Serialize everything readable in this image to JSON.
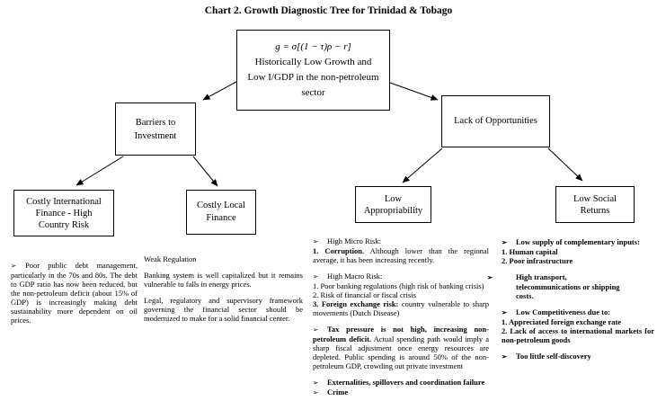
{
  "title": "Chart 2. Growth Diagnostic Tree for Trinidad & Tobago",
  "colors": {
    "text": "#000000",
    "line": "#000000",
    "background": "#ffffff"
  },
  "icons": {
    "bullet": "➢"
  },
  "tree": {
    "root": {
      "formula": "g = σ[(1 − τ)ρ − r]",
      "lines": [
        "Historically Low Growth and",
        "Low I/GDP in the non-petroleum",
        "sector"
      ]
    },
    "barriers": "Barriers to Investment",
    "opportunities": "Lack of Opportunities",
    "costly_international": "Costly International Finance - High Country Risk",
    "costly_local": "Costly Local Finance",
    "low_appropriability": "Low Appropriability",
    "low_social": "Low Social Returns"
  },
  "notes": {
    "international": [
      {
        "bullet": true,
        "segments": [
          {
            "t": "Poor public debt management, particularly in the 70s and 80s. The debt to GDP ratio has now been reduced, but the non-petroleum deficit (about 15% of GDP) is increasingly making debt sustainability more dependent on oil prices."
          }
        ]
      }
    ],
    "regulation": [
      {
        "segments": [
          {
            "t": "Weak Regulation"
          }
        ]
      },
      {
        "mt": true,
        "segments": [
          {
            "t": "Banking system is well capitalized but it remains vulnerable to falls in energy prices."
          }
        ]
      },
      {
        "mt": true,
        "segments": [
          {
            "t": "Legal, regulatory and supervisory framework governing the financial sector should be modernized to make for a solid financial center."
          }
        ]
      }
    ],
    "appropriability": [
      {
        "bullet": true,
        "segments": [
          {
            "t": "High Micro Risk:"
          }
        ]
      },
      {
        "segments": [
          {
            "t": "1. Corruption.",
            "b": true
          },
          {
            "t": " Although lower than the regional average, it has been increasing recently."
          }
        ]
      },
      {
        "mt": true,
        "bullet": true,
        "segments": [
          {
            "t": "High Macro Risk:"
          }
        ]
      },
      {
        "segments": [
          {
            "t": "1. Poor banking regulations (high risk of banking crisis)"
          }
        ]
      },
      {
        "segments": [
          {
            "t": "2. Risk of financial or fiscal crisis"
          }
        ]
      },
      {
        "segments": [
          {
            "t": "3. Foreign exchange risk:",
            "b": true
          },
          {
            "t": " country vulnerable to sharp movements (Dutch Disease)"
          }
        ]
      },
      {
        "mt": true,
        "bullet": true,
        "segments": [
          {
            "t": "Tax pressure is not high, increasing non-petroleum deficit.",
            "b": true
          },
          {
            "t": " Actual spending path would imply a sharp fiscal adjustment once energy resources are depleted. Public spending is around 50% of the non-petroleum GDP, crowding out private investment"
          }
        ]
      },
      {
        "mt": true,
        "bullet": true,
        "segments": [
          {
            "t": "Externalities, spillovers and coordination failure",
            "b": true
          }
        ]
      },
      {
        "bullet": true,
        "segments": [
          {
            "t": "Crime",
            "b": true
          }
        ]
      }
    ],
    "social": [
      {
        "bullet": true,
        "segments": [
          {
            "t": "Low supply of complementary inputs:"
          }
        ]
      },
      {
        "segments": [
          {
            "t": "1. Human capital"
          }
        ]
      },
      {
        "segments": [
          {
            "t": "2. Poor infrastructure"
          }
        ]
      },
      {
        "mt": true,
        "bullet": true,
        "hang": true,
        "segments": [
          {
            "t": "High transport,"
          },
          {
            "br": true
          },
          {
            "t": "telecommunications or shipping"
          },
          {
            "br": true
          },
          {
            "t": "costs."
          }
        ]
      },
      {
        "mt": true,
        "bullet": true,
        "segments": [
          {
            "t": "Low Competitiveness due to:"
          }
        ]
      },
      {
        "segments": [
          {
            "t": "1.  Appreciated foreign exchange rate"
          }
        ]
      },
      {
        "segments": [
          {
            "t": "2. Lack of access to international markets for non-petroleum goods"
          }
        ]
      },
      {
        "mt": true,
        "bullet": true,
        "segments": [
          {
            "t": "Too little self-discovery"
          }
        ]
      }
    ]
  }
}
